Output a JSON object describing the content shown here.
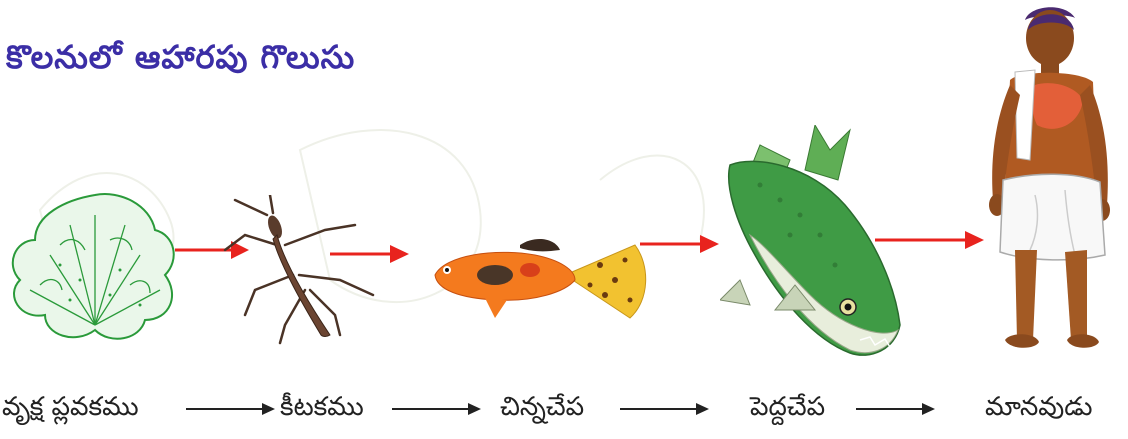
{
  "title": "కొలనులో ఆహారపు గొలుసు",
  "chain": [
    {
      "label": "వృక్ష ప్లవకము",
      "icon": "phytoplankton-icon"
    },
    {
      "label": "కీటకము",
      "icon": "insect-icon"
    },
    {
      "label": "చిన్నచేప",
      "icon": "small-fish-icon"
    },
    {
      "label": "పెద్దచేప",
      "icon": "big-fish-icon"
    },
    {
      "label": "మానవుడు",
      "icon": "human-icon"
    }
  ],
  "colors": {
    "title": "#3b2ea6",
    "arrow_red": "#e8231e",
    "plankton_green": "#2a9a3a"
  }
}
